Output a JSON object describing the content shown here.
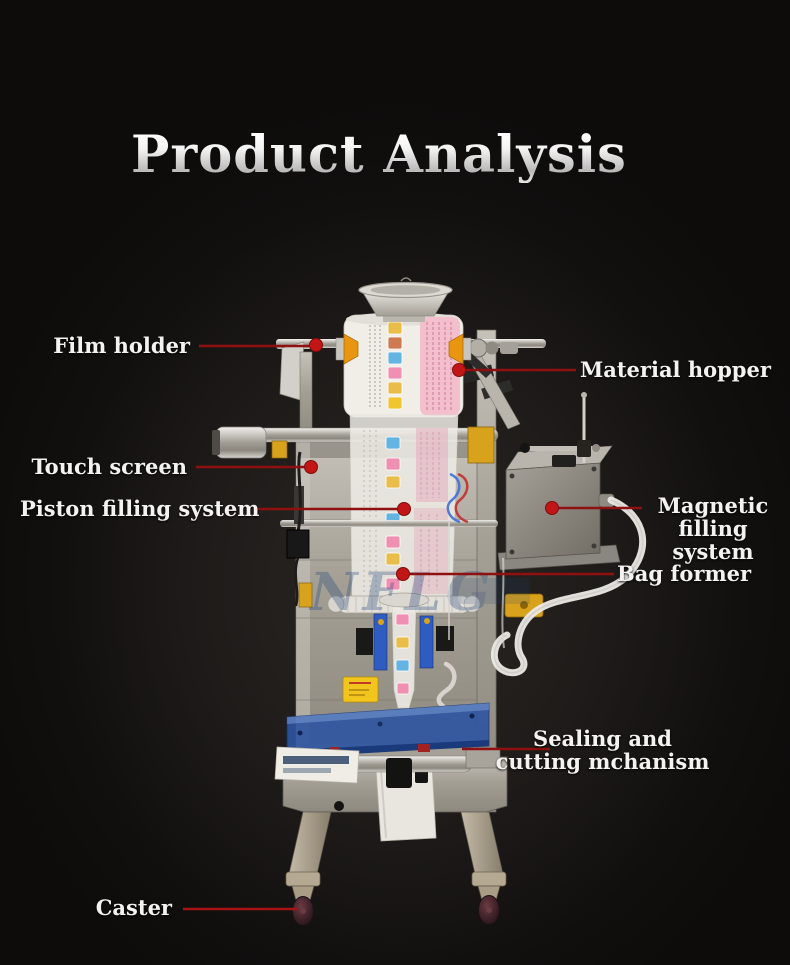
{
  "title": "Product Analysis",
  "watermark": "NFLG",
  "labels": {
    "film_holder": "Film holder",
    "material_hopper": "Material hopper",
    "touch_screen": "Touch screen",
    "piston_filling_system": "Piston filling system",
    "magnetic_filling_system": {
      "line1": "Magnetic",
      "line2": "filling system"
    },
    "bag_former": "Bag former",
    "sealing_cutting_mechanism": {
      "line1": "Sealing and",
      "line2": "cutting mchanism"
    },
    "caster": "Caster"
  },
  "colors": {
    "background": "#100f0e",
    "leader_line": "#8e1010",
    "leader_dot": "#c21616",
    "shelf_blue": "#2e55a2",
    "machine_steel": "#b3afa6",
    "film_pink": "#f3bfcd",
    "fitting_yellow": "#d8a21c",
    "caster_wheel": "#46252b"
  }
}
